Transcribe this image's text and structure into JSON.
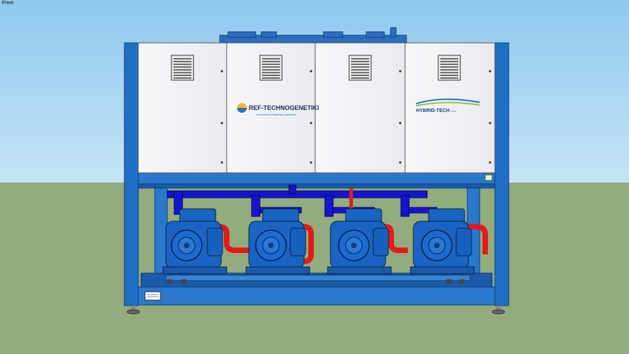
{
  "viewport": {
    "scene_label": "Front"
  },
  "equipment": {
    "panel_color": "#f2f3f5",
    "frame_color": "#1f6fc6",
    "compressor_color": "#1a63c2",
    "suction_pipe_color": "#1515d0",
    "discharge_pipe_color": "#e41a1a",
    "brands": {
      "primary_name": "REF-TECHNOGENETIKI",
      "primary_tagline": "a commercial refrigeration equipment",
      "secondary_name": "HYBRID-TECH",
      "secondary_suffix": "Group"
    },
    "vent_icon": "louvre-grille-icon",
    "compressor_count": 4,
    "panel_count": 4
  }
}
